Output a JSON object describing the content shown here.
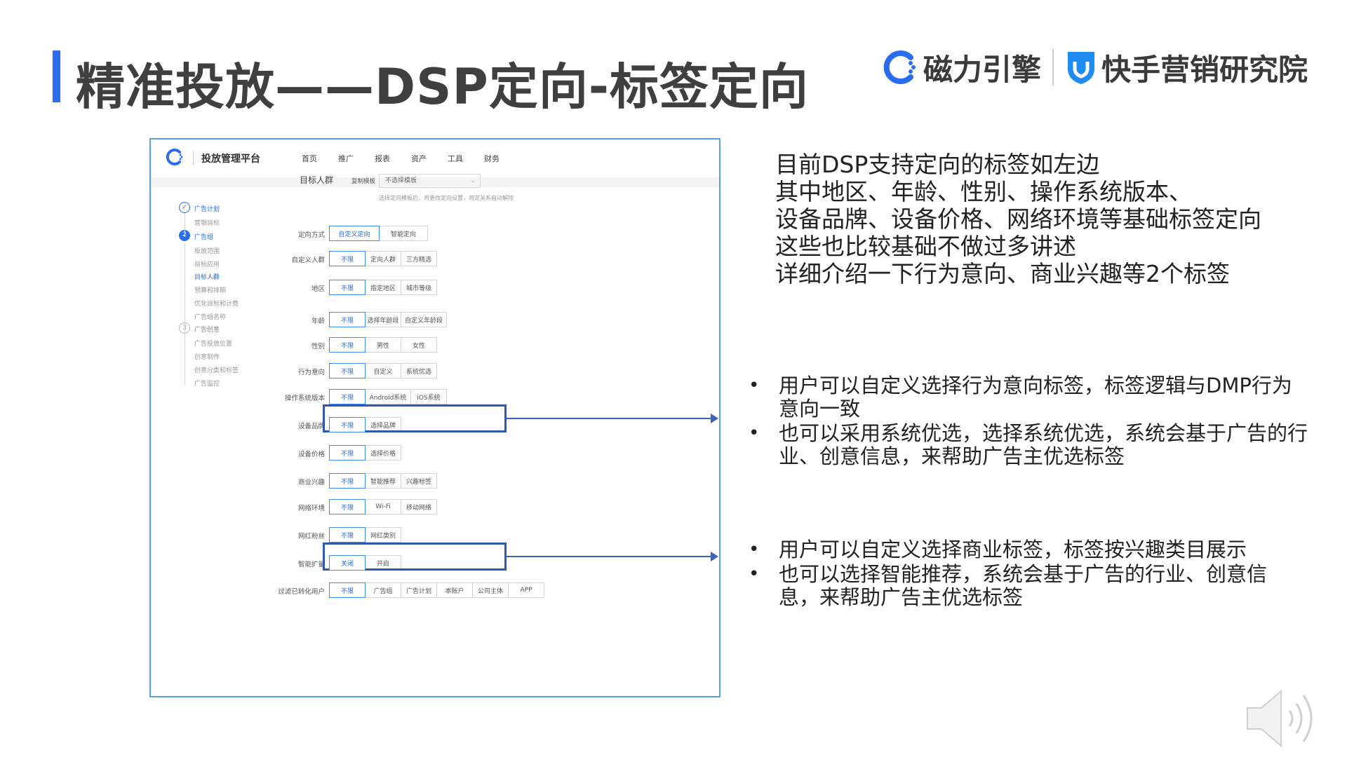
{
  "slide": {
    "title": "精准投放——DSP定向-标签定向",
    "brand1": "磁力引擎",
    "brand2": "快手营销研究院"
  },
  "platform": {
    "name": "投放管理平台",
    "nav": [
      "首页",
      "推广",
      "报表",
      "资产",
      "工具",
      "财务"
    ],
    "steps": [
      {
        "label": "广告计划",
        "type": "step",
        "state": "done",
        "mark": "✓"
      },
      {
        "label": "营销目标",
        "type": "sub",
        "state": "done"
      },
      {
        "label": "广告组",
        "type": "step",
        "state": "active",
        "mark": "2"
      },
      {
        "label": "投放范围",
        "type": "sub"
      },
      {
        "label": "目标应用",
        "type": "sub"
      },
      {
        "label": "目标人群",
        "type": "sub",
        "state": "current"
      },
      {
        "label": "预算和排期",
        "type": "sub"
      },
      {
        "label": "优化目标和计费",
        "type": "sub"
      },
      {
        "label": "广告组名称",
        "type": "sub"
      },
      {
        "label": "广告创意",
        "type": "step",
        "state": "todo",
        "mark": "3"
      },
      {
        "label": "广告投放位置",
        "type": "sub"
      },
      {
        "label": "创意制作",
        "type": "sub"
      },
      {
        "label": "创意分类和标签",
        "type": "sub"
      },
      {
        "label": "广告监控",
        "type": "sub"
      }
    ],
    "target_heading": "目标人群",
    "template_label": "复制模板",
    "template_value": "不选择模板",
    "template_hint": "选择定向模板后，将更改定向设置，将定关系自动解除",
    "rows": [
      {
        "label": "定向方式",
        "options": [
          "自定义定向",
          "智能定向"
        ],
        "selected": 0
      },
      {
        "label": "自定义人群",
        "options": [
          "不限",
          "定向人群",
          "三方精选"
        ],
        "selected": 0
      },
      {
        "label": "地区",
        "options": [
          "不限",
          "指定地区",
          "城市等级"
        ],
        "selected": 0
      },
      {
        "label": "年龄",
        "options": [
          "不限",
          "选择年龄段",
          "自定义年龄段"
        ],
        "selected": 0
      },
      {
        "label": "性别",
        "options": [
          "不限",
          "男性",
          "女性"
        ],
        "selected": 0
      },
      {
        "label": "行为意向",
        "options": [
          "不限",
          "自定义",
          "系统优选"
        ],
        "selected": 0
      },
      {
        "label": "操作系统版本",
        "options": [
          "不限",
          "Android系统",
          "iOS系统"
        ],
        "selected": 0
      },
      {
        "label": "设备品牌",
        "options": [
          "不限",
          "选择品牌"
        ],
        "selected": 0
      },
      {
        "label": "设备价格",
        "options": [
          "不限",
          "选择价格"
        ],
        "selected": 0
      },
      {
        "label": "商业兴趣",
        "options": [
          "不限",
          "智能推荐",
          "兴趣标签"
        ],
        "selected": 0
      },
      {
        "label": "网络环境",
        "options": [
          "不限",
          "Wi-Fi",
          "移动网络"
        ],
        "selected": 0
      },
      {
        "label": "网红粉丝",
        "options": [
          "不限",
          "网红类别"
        ],
        "selected": 0
      },
      {
        "label": "智能扩量",
        "options": [
          "关闭",
          "开启"
        ],
        "selected": 0
      },
      {
        "label": "过滤已转化用户",
        "options": [
          "不限",
          "广告组",
          "广告计划",
          "本账户",
          "公司主体",
          "APP"
        ],
        "selected": 0
      }
    ]
  },
  "description": [
    "目前DSP支持定向的标签如左边",
    "其中地区、年龄、性别、操作系统版本、",
    "设备品牌、设备价格、网络环境等基础标签定向",
    "这些也比较基础不做过多讲述",
    "详细介绍一下行为意向、商业兴趣等2个标签"
  ],
  "behavior_bullets": [
    "用户可以自定义选择行为意向标签，标签逻辑与DMP行为意向一致",
    "也可以采用系统优选，选择系统优选，系统会基于广告的行业、创意信息，来帮助广告主优选标签"
  ],
  "interest_bullets": [
    "用户可以自定义选择商业标签，标签按兴趣类目展示",
    "也可以选择智能推荐，系统会基于广告的行业、创意信息，来帮助广告主优选标签"
  ],
  "colors": {
    "accent": "#2a6df0",
    "highlight": "#2f58b5",
    "border": "#5b9ee8"
  }
}
